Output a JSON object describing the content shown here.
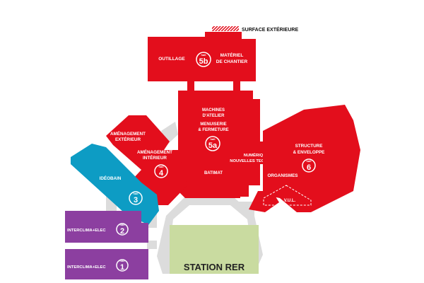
{
  "legend": {
    "label": "SURFACE EXTÉRIEURE"
  },
  "colors": {
    "red": "#e30e1c",
    "blue": "#0d9cc4",
    "purple": "#8c3fa0",
    "grey": "#dcdcdc",
    "green": "#c9dba0"
  },
  "halls": {
    "h5b": {
      "hall": "hall",
      "number": "5b"
    },
    "h5a": {
      "hall": "hall",
      "number": "5a"
    },
    "h4": {
      "hall": "hall",
      "number": "4"
    },
    "h3": {
      "hall": "hall",
      "number": "3"
    },
    "h2": {
      "hall": "hall",
      "number": "2"
    },
    "h1": {
      "hall": "hall",
      "number": "1"
    },
    "h6": {
      "hall": "hall",
      "number": "6"
    }
  },
  "labels": {
    "outillage": "OUTILLAGE",
    "materiel_1": "MATÉRIEL",
    "materiel_2": "DE CHANTIER",
    "machines_1": "MACHINES",
    "machines_2": "D'ATELIER",
    "menuiserie_1": "MENUISERIE",
    "menuiserie_2": "& FERMETURE",
    "batimat": "BATIMAT",
    "amenagement_ext_1": "AMÉNAGEMENT",
    "amenagement_ext_2": "EXTÉRIEUR",
    "amenagement_int_1": "AMÉNAGEMENT",
    "amenagement_int_2": "INTÉRIEUR",
    "ideobain": "IDÉOBAIN",
    "numerique_1": "NUMÉRIQUE ET",
    "numerique_2": "NOUVELLES TECHNOLOGIES",
    "structure_1": "STRUCTURE",
    "structure_2": "& ENVELOPPE",
    "organismes": "ORGANISMES",
    "vul": "V.U.L.",
    "interclima_2": "INTERCLIMA+ELEC",
    "interclima_1": "INTERCLIMA+ELEC",
    "station": "STATION RER"
  }
}
